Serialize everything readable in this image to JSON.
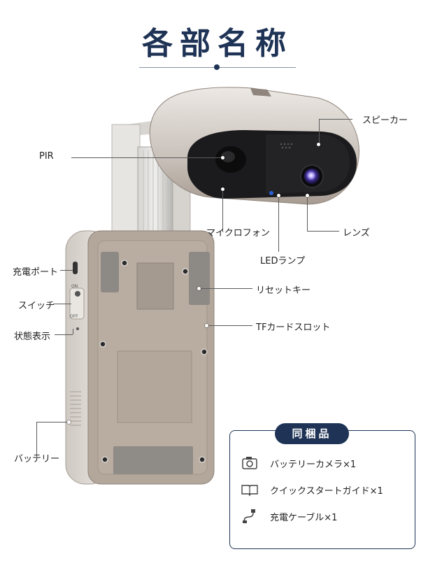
{
  "title": "各部名称",
  "labels": {
    "pir": "PIR",
    "speaker": "スピーカー",
    "microphone": "マイクロフォン",
    "lens": "レンズ",
    "led": "LEDランプ",
    "reset": "リセットキー",
    "tf": "TFカードスロット",
    "charge_port": "充電ポート",
    "switch": "スイッチ",
    "status": "状態表示",
    "battery": "バッテリー"
  },
  "switch_marks": {
    "on": "ON",
    "off": "OFF"
  },
  "contents": {
    "heading": "同梱品",
    "items": [
      {
        "icon": "camera-icon",
        "label": "バッテリーカメラ×1"
      },
      {
        "icon": "book-icon",
        "label": "クイックスタートガイド×1"
      },
      {
        "icon": "cable-icon",
        "label": "充電ケーブル×1"
      }
    ]
  },
  "colors": {
    "accent": "#1e3355",
    "device_body": "#b3a79c",
    "device_front": "#d9d4ce",
    "lens_ring": "#3a2a8a"
  }
}
